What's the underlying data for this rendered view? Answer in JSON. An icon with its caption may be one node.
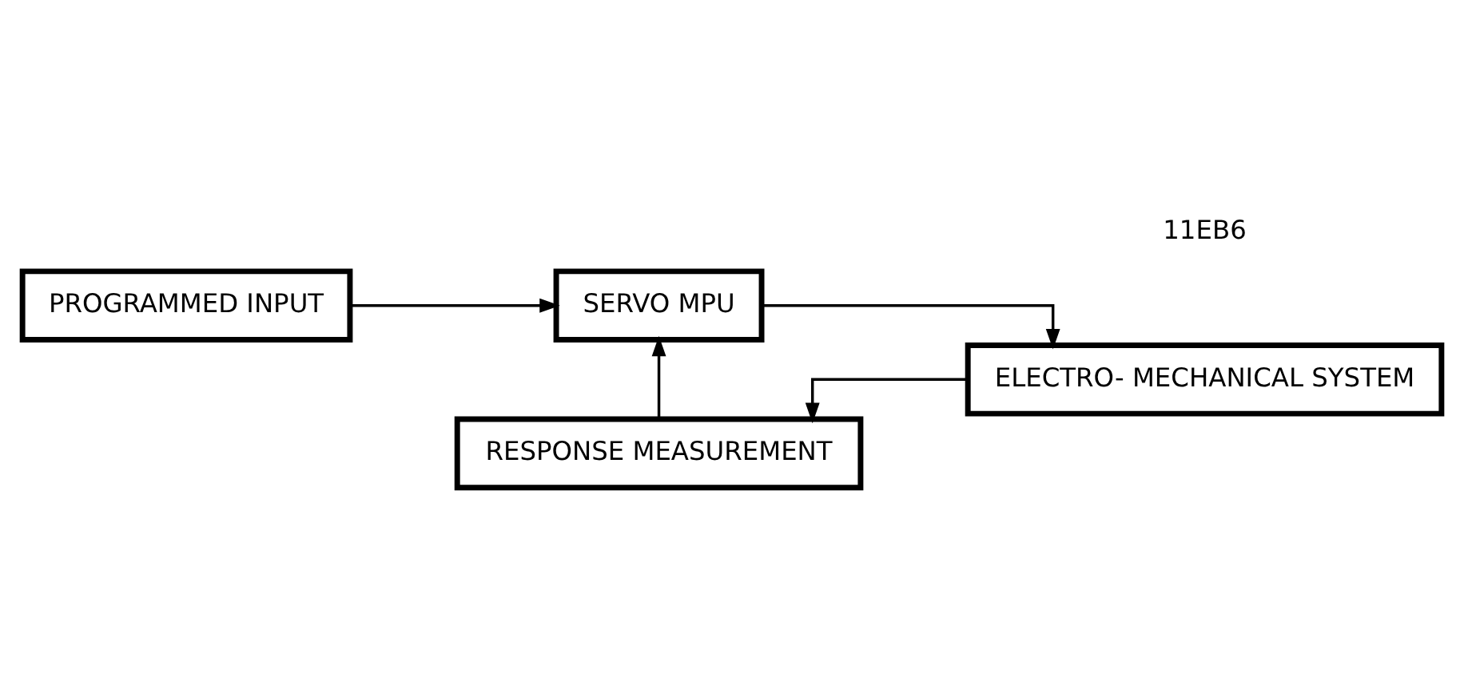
{
  "diagram": {
    "nodes": [
      {
        "text": [
          "PROGRAMMED INPUT"
        ]
      },
      {
        "text": [
          "SERVO MPU"
        ]
      },
      {
        "text": [
          "ELECTRO- MECHANICAL SYSTEM"
        ]
      },
      {
        "text": [
          "RESPONSE MEASUREMENT"
        ]
      }
    ],
    "edges": [
      {
        "from": 0,
        "to": 1,
        "arrow": "to"
      },
      {
        "from": 1,
        "to": 2,
        "arrow": "to"
      },
      {
        "from": 2,
        "to": 3,
        "arrow": "to"
      },
      {
        "from": 3,
        "to": 1,
        "arrow": "to"
      }
    ],
    "labels": [
      "11EB6"
    ]
  }
}
